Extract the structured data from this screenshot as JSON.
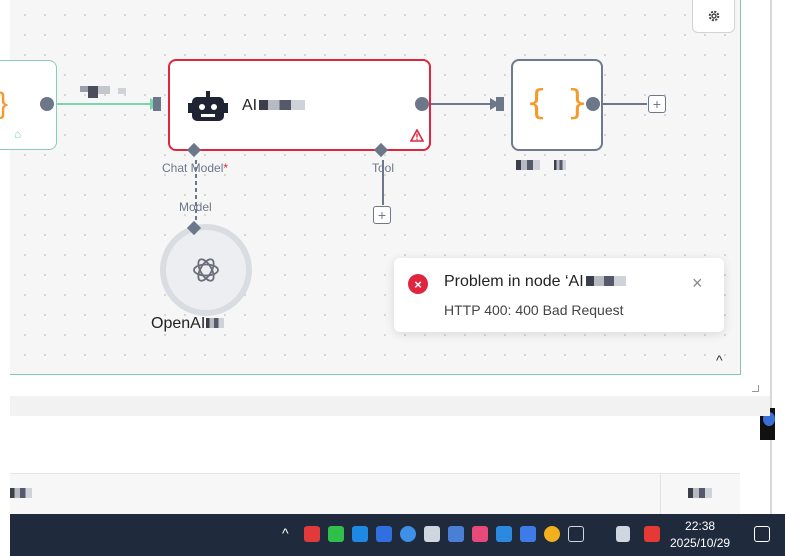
{
  "canvas": {
    "nodes": {
      "agent": {
        "title": "AI",
        "warning_icon": "warning-triangle-icon",
        "robot_icon": "robot-icon"
      },
      "code": {
        "symbol": "{ }"
      },
      "openai": {
        "title": "OpenAI"
      }
    },
    "ports": {
      "chat_model": "Chat Model",
      "chat_model_required": "*",
      "tool": "Tool",
      "model": "Model"
    },
    "settings_icon": "gear-icon",
    "add_symbol": "+",
    "collapse_symbol": "^"
  },
  "toast": {
    "title": "Problem in node ‘AI",
    "message": "HTTP 400: 400 Bad Request",
    "close_symbol": "×",
    "error_symbol": "×"
  },
  "taskbar": {
    "time": "22:38",
    "date": "2025/10/29",
    "tray_overflow": "^"
  },
  "colors": {
    "error": "#e0263f",
    "success_edge": "#7fd4b0",
    "node_border": "#707a8e",
    "code_brace": "#f59a2b",
    "taskbar": "#1f2a3d"
  }
}
